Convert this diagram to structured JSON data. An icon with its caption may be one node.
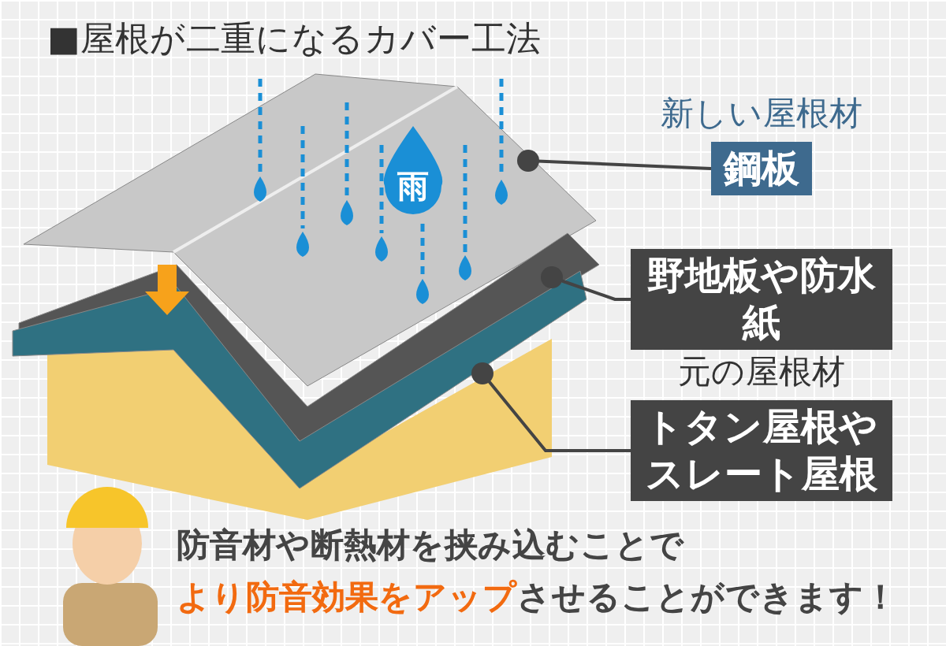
{
  "diagram": {
    "title": "■屋根が二重になるカバー工法",
    "nodes": [
      {
        "text": [
          "新しい屋根材",
          "鋼板"
        ]
      },
      {
        "text": [
          "雨"
        ],
        "in": 2
      },
      {
        "text": [],
        "shape": "picture"
      },
      {
        "text": [
          "野地板や防水紙"
        ]
      },
      {
        "text": [],
        "shape": "picture"
      },
      {
        "text": [
          "元の屋根材",
          "トタン屋根やスレート屋根"
        ]
      },
      {
        "text": [],
        "shape": "picture"
      }
    ],
    "edges": [
      {
        "from": 0,
        "to": 2,
        "arrow": "other"
      },
      {
        "from": 3,
        "to": 4,
        "arrow": "other"
      },
      {
        "from": 5,
        "to": 6,
        "arrow": "other"
      }
    ],
    "labels": [
      "防音材や断熱材を挟み込むことで",
      "**より防音効果をアップ**させることができます！"
    ]
  }
}
